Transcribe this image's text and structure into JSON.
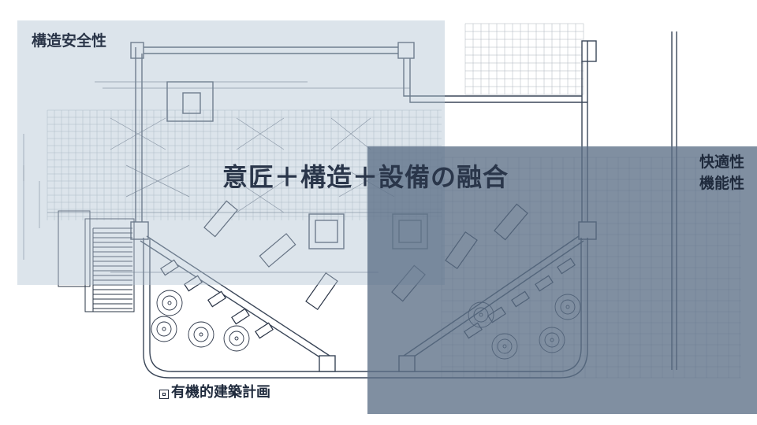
{
  "labels": {
    "structure": "構造安全性",
    "comfort": [
      "快適性",
      "機能性"
    ],
    "headline": "意匠＋構造＋設備の融合",
    "caption": "有機的建築計画"
  },
  "colors": {
    "line": "#3a4658",
    "structure_panel": "#b2c4d2",
    "comfort_panel": "#5c7086",
    "text_dark": "#1f2a3c"
  },
  "icons": [
    "tree-icon",
    "square-mark-icon"
  ]
}
